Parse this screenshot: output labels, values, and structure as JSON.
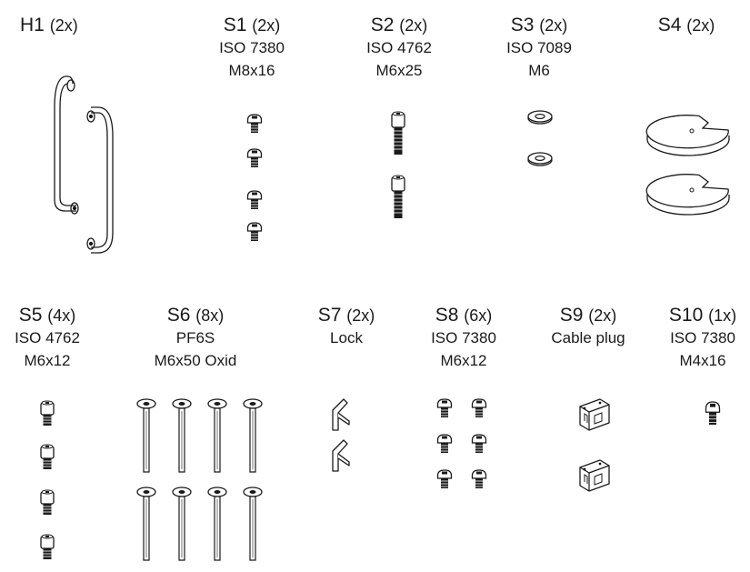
{
  "colors": {
    "ink": "#1a1a1a",
    "background": "#ffffff"
  },
  "parts": [
    {
      "id": "h1",
      "code": "H1",
      "qty": "(2x)",
      "standard": "",
      "size": "",
      "icon": "door-handle"
    },
    {
      "id": "s1",
      "code": "S1",
      "qty": "(2x)",
      "standard": "ISO 7380",
      "size": "M8x16",
      "icon": "button-head-screw"
    },
    {
      "id": "s2",
      "code": "S2",
      "qty": "(2x)",
      "standard": "ISO 4762",
      "size": "M6x25",
      "icon": "socket-head-cap-screw"
    },
    {
      "id": "s3",
      "code": "S3",
      "qty": "(2x)",
      "standard": "ISO 7089",
      "size": "M6",
      "icon": "flat-washer"
    },
    {
      "id": "s4",
      "code": "S4",
      "qty": "(2x)",
      "standard": "",
      "size": "",
      "icon": "slotted-disc"
    },
    {
      "id": "s5",
      "code": "S5",
      "qty": "(4x)",
      "standard": "ISO 4762",
      "size": "M6x12",
      "icon": "socket-head-cap-screw"
    },
    {
      "id": "s6",
      "code": "S6",
      "qty": "(8x)",
      "standard": "PF6S",
      "size": "M6x50 Oxid",
      "icon": "long-flat-head-bolt"
    },
    {
      "id": "s7",
      "code": "S7",
      "qty": "(2x)",
      "standard": "Lock",
      "size": "",
      "icon": "lock-bracket"
    },
    {
      "id": "s8",
      "code": "S8",
      "qty": "(6x)",
      "standard": "ISO 7380",
      "size": "M6x12",
      "icon": "button-head-screw"
    },
    {
      "id": "s9",
      "code": "S9",
      "qty": "(2x)",
      "standard": "Cable plug",
      "size": "",
      "icon": "cable-plug"
    },
    {
      "id": "s10",
      "code": "S10",
      "qty": "(1x)",
      "standard": "ISO 7380",
      "size": "M4x16",
      "icon": "button-head-screw"
    }
  ]
}
